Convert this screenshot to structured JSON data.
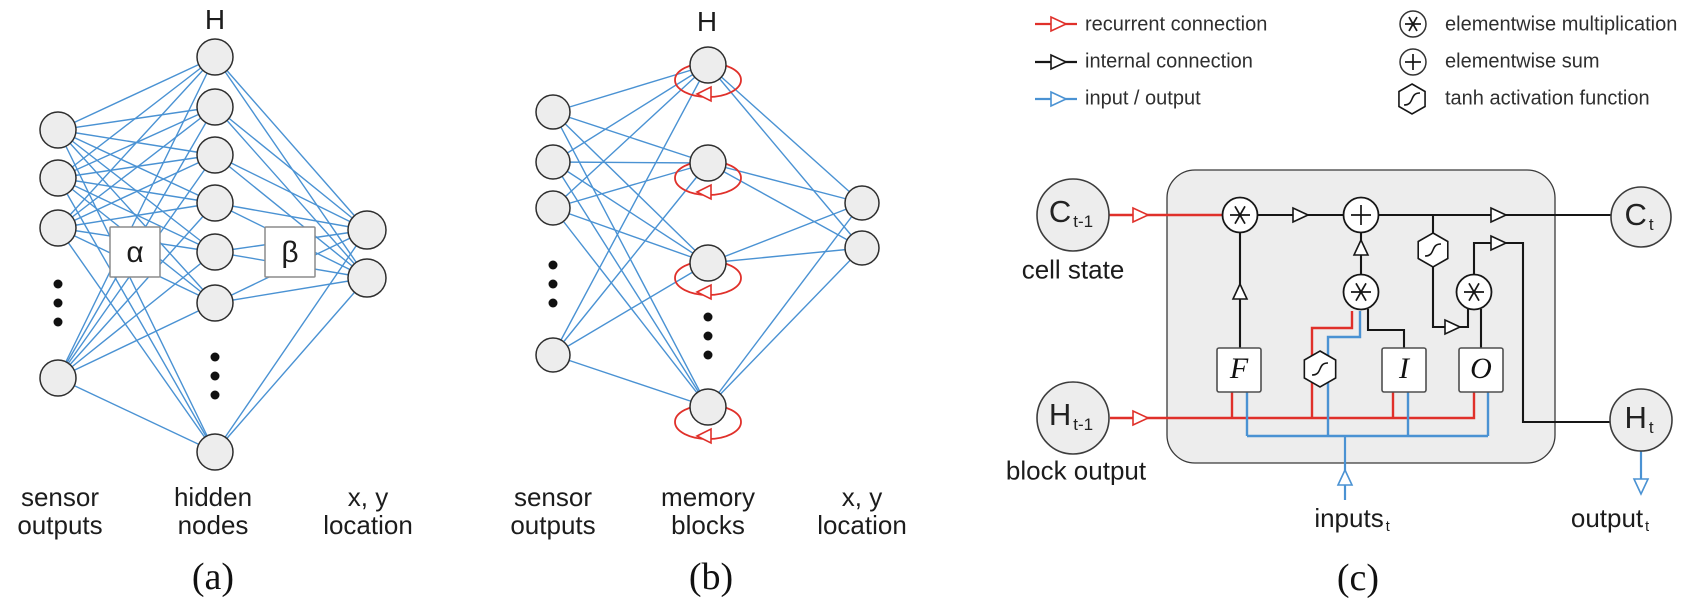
{
  "colors": {
    "connection_blue": "#4a92d3",
    "recurrent_red": "#e0302a",
    "internal_black": "#161616",
    "node_fill": "#ededed",
    "node_stroke": "#2e2e2e",
    "block_fill": "#ededed",
    "box_stroke": "#8c8c8c"
  },
  "panel_a": {
    "h_label": "H",
    "alpha": "α",
    "beta": "β",
    "cols": [
      [
        "sensor",
        "outputs"
      ],
      [
        "hidden",
        "nodes"
      ],
      [
        "x, y",
        "location"
      ]
    ],
    "caption": "(a)"
  },
  "panel_b": {
    "h_label": "H",
    "cols": [
      [
        "sensor",
        "outputs"
      ],
      [
        "memory",
        "blocks"
      ],
      [
        "x, y",
        "location"
      ]
    ],
    "caption": "(b)"
  },
  "panel_c": {
    "legend": [
      {
        "label": "recurrent connection"
      },
      {
        "label": "internal connection"
      },
      {
        "label": "input / output"
      }
    ],
    "symbols": [
      {
        "label": "elementwise multiplication"
      },
      {
        "label": "elementwise sum"
      },
      {
        "label": "tanh activation function"
      }
    ],
    "nodes": {
      "cell_prev": {
        "main": "C",
        "sub": "t-1"
      },
      "cell_state_label": "cell state",
      "block_prev": {
        "main": "H",
        "sub": "t-1"
      },
      "block_output_label": "block output",
      "cell_next": {
        "main": "C",
        "sub": "t"
      },
      "block_next": {
        "main": "H",
        "sub": "t"
      }
    },
    "gates": {
      "forget": "F",
      "input": "I",
      "output": "O"
    },
    "inputs_label": {
      "main": "inputs",
      "sub": "t"
    },
    "output_label": {
      "main": "output",
      "sub": "t"
    },
    "caption": "(c)"
  }
}
